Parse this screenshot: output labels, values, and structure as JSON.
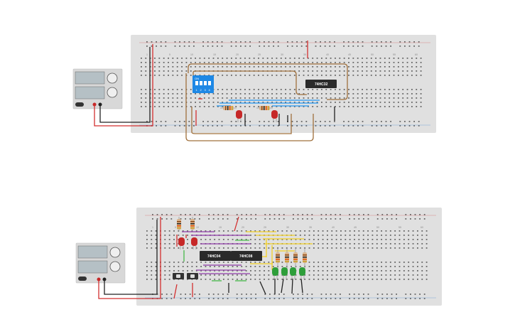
{
  "circuit_1": {
    "dip_switch": {
      "label": "ON",
      "positions": [
        "1",
        "2",
        "3",
        "4"
      ]
    },
    "chip": {
      "label": "74HC32"
    },
    "column_numbers": [
      "1",
      "5",
      "10",
      "15",
      "20",
      "25",
      "30",
      "35",
      "40",
      "45",
      "50",
      "55",
      "60"
    ]
  },
  "circuit_2": {
    "chips": [
      {
        "label": "74HC04"
      },
      {
        "label": "74HC08"
      }
    ],
    "column_numbers": [
      "1",
      "5",
      "10",
      "15",
      "20",
      "25",
      "30",
      "35",
      "40",
      "45",
      "50",
      "55",
      "60"
    ]
  },
  "colors": {
    "breadboard": "#e0e0e0",
    "rail_red": "#d32f2f",
    "rail_blue": "#1976d2",
    "wire_brown": "#a0703c",
    "wire_blue": "#2196f3",
    "wire_yellow": "#f2d024",
    "wire_purple": "#8e3aa8",
    "wire_green": "#46b94a",
    "wire_black": "#222222",
    "led_red": "#c62828",
    "led_green": "#2e9e3a",
    "dip_switch": "#1e88e5",
    "chip": "#2a2a2a"
  }
}
